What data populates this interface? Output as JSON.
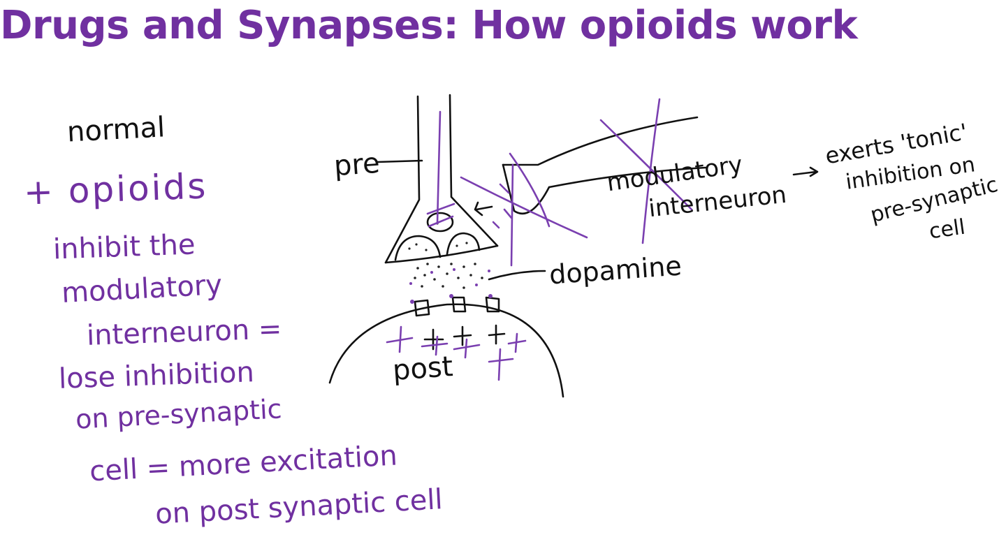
{
  "title": "Drugs and Synapses: How opioids work",
  "colors": {
    "title": "#7030a0",
    "ink_black": "#111111",
    "ink_purple": "#7a3fb0"
  },
  "left_notes": {
    "normal": "normal",
    "opioids": "+ opioids",
    "lines": [
      "inhibit the",
      "modulatory",
      "interneuron =",
      "lose inhibition",
      "on pre-synaptic",
      "cell = more excitation",
      "on post synaptic cell"
    ]
  },
  "labels": {
    "pre": "pre",
    "post": "post",
    "dopamine": "dopamine",
    "interneuron_line1": "modulatory",
    "interneuron_line2": "interneuron",
    "arrow": "->",
    "note_lines": [
      "exerts 'tonic'",
      "inhibition on",
      "pre-synaptic",
      "cell"
    ]
  }
}
